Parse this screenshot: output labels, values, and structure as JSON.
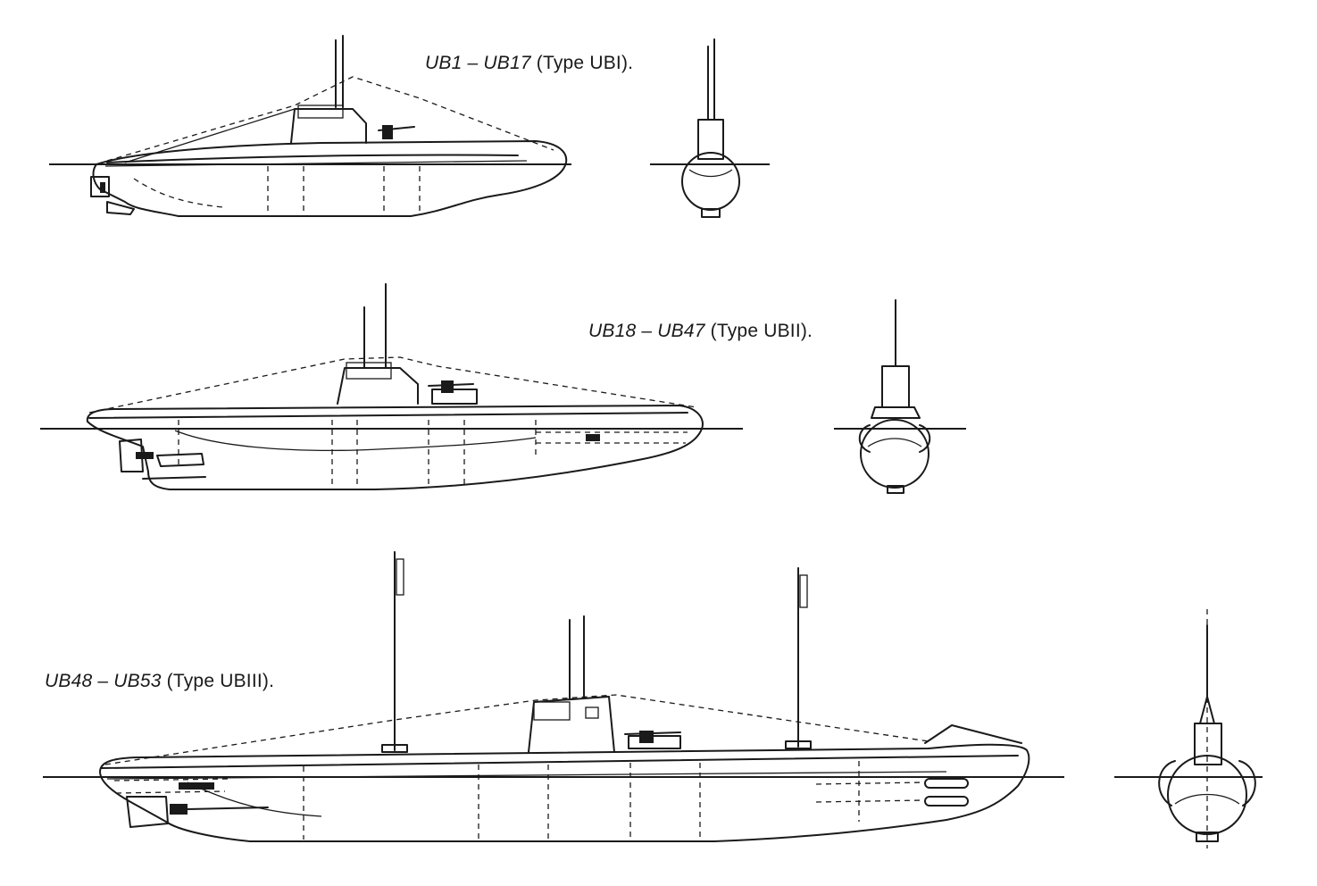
{
  "labels": {
    "ubi": {
      "classes": "UB1 – UB17",
      "type": "(Type UBI)."
    },
    "ubii": {
      "classes": "UB18 – UB47",
      "type": "(Type UBII)."
    },
    "ubiii": {
      "classes": "UB48 – UB53",
      "type": "(Type UBIII)."
    }
  }
}
